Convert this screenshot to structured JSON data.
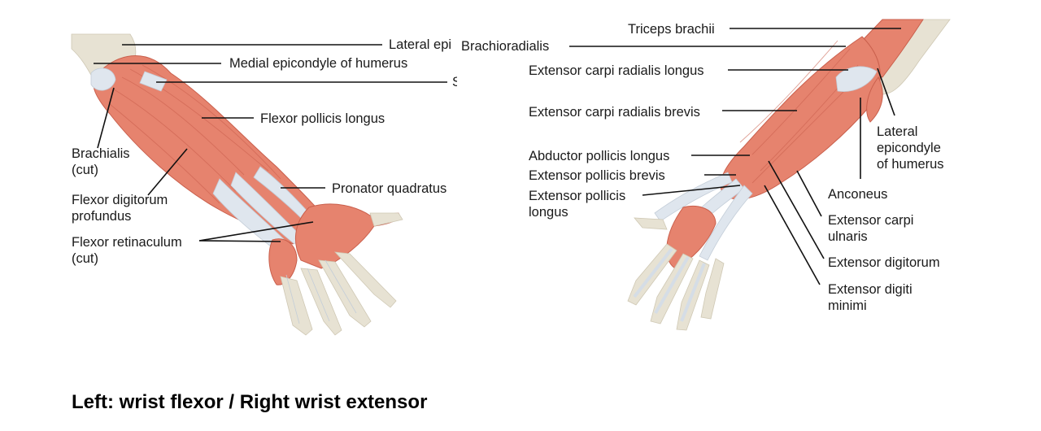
{
  "colors": {
    "muscle": "#e6836e",
    "muscle_dark": "#c95f4c",
    "tendon": "#dfe6ee",
    "bone": "#e7e2d3",
    "leader": "#111111"
  },
  "left_labels": {
    "lateral_epi": "Lateral epi",
    "medial_epicondyle": "Medial epicondyle of humerus",
    "cut_s": "S",
    "flexor_pollicis_longus": "Flexor pollicis longus",
    "brachialis": "Brachialis\n(cut)",
    "pronator_quadratus": "Pronator quadratus",
    "flexor_digitorum_profundus": "Flexor digitorum\nprofundus",
    "flexor_retinaculum": "Flexor retinaculum\n(cut)"
  },
  "right_labels": {
    "brachioradialis": "Brachioradialis",
    "triceps_brachii": "Triceps brachii",
    "ecr_longus": "Extensor carpi radialis longus",
    "ecr_brevis": "Extensor carpi radialis brevis",
    "lateral_epicondyle": "Lateral\nepicondyle\nof humerus",
    "abductor_pollicis_longus": "Abductor pollicis longus",
    "extensor_pollicis_brevis": "Extensor pollicis brevis",
    "extensor_pollicis_longus": "Extensor pollicis\nlongus",
    "anconeus": "Anconeus",
    "extensor_carpi_ulnaris": "Extensor carpi\nulnaris",
    "extensor_digitorum": "Extensor digitorum",
    "extensor_digiti_minimi": "Extensor digiti\nminimi"
  },
  "caption": "Left: wrist flexor / Right wrist extensor"
}
